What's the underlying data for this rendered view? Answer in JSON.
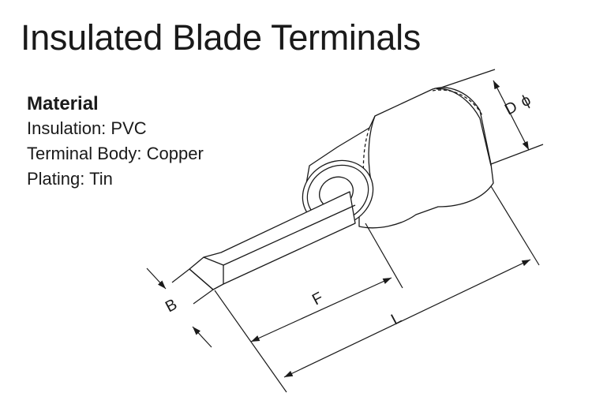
{
  "title": "Insulated Blade Terminals",
  "material": {
    "heading": "Material",
    "items": [
      "Insulation: PVC",
      "Terminal Body: Copper",
      "Plating: Tin"
    ]
  },
  "dimensions": {
    "diameter": "D",
    "diameter_symbol": "ϕ",
    "f": "F",
    "l": "L",
    "b": "B"
  }
}
